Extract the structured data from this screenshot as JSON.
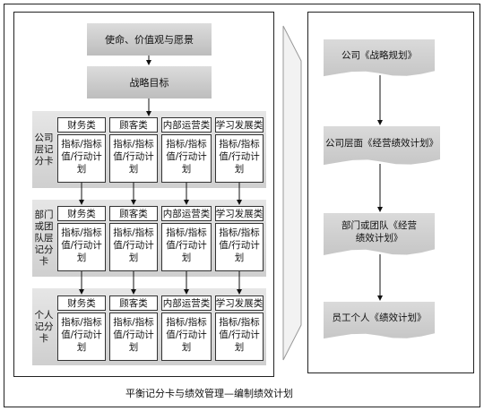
{
  "top": {
    "mission": "使命、价值观与愿景",
    "strategy": "战略目标"
  },
  "scorecards": [
    {
      "label": "公司层记分卡"
    },
    {
      "label": "部门或团队层记分卡"
    },
    {
      "label": "个人记分卡"
    }
  ],
  "perspectives": [
    "财务类",
    "顾客类",
    "内部运营类",
    "学习发展类"
  ],
  "cell_text": "指标/指标值/行动计划",
  "plan_flow": [
    "公司《战略规划》",
    "公司层面《经营绩效计划》",
    "部门或团队《经营绩效计划》",
    "员工个人《绩效计划》"
  ],
  "caption": "平衡记分卡与绩效管理—编制绩效计划"
}
